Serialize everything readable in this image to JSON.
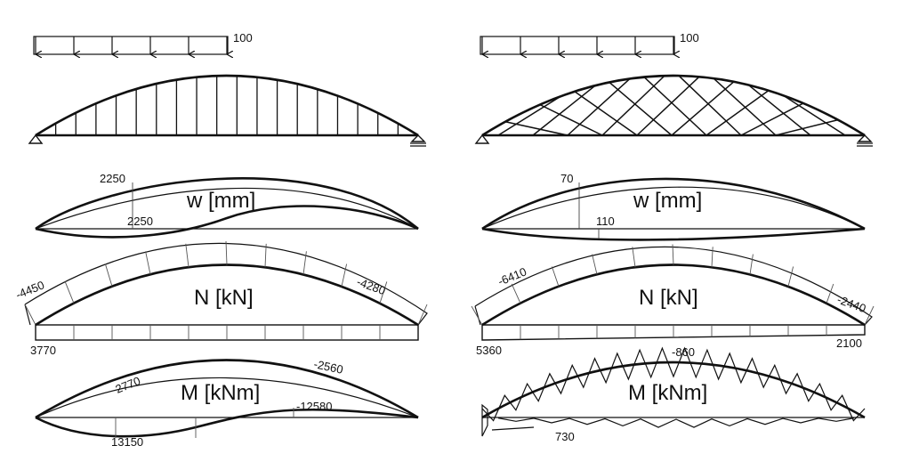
{
  "left": {
    "load_value": "100",
    "hanger_type": "vertical",
    "w": {
      "title": "w [mm]",
      "upper_value": "2250",
      "lower_value": "2250"
    },
    "n": {
      "title": "N [kN]",
      "arch_left": "-4450",
      "arch_right": "-4280",
      "tie_value": "3770"
    },
    "m": {
      "title": "M [kNm]",
      "arch_left": "2770",
      "arch_right": "-2560",
      "tie_top": "-12580",
      "tie_bottom": "13150"
    }
  },
  "right": {
    "load_value": "100",
    "hanger_type": "network",
    "w": {
      "title": "w [mm]",
      "upper_value": "70",
      "lower_value": "110"
    },
    "n": {
      "title": "N [kN]",
      "arch_left": "-6410",
      "arch_right": "-2440",
      "tie_left": "5360",
      "tie_right": "2100"
    },
    "m": {
      "title": "M [kNm]",
      "arch_top": "-860",
      "tie_bottom": "730"
    }
  }
}
